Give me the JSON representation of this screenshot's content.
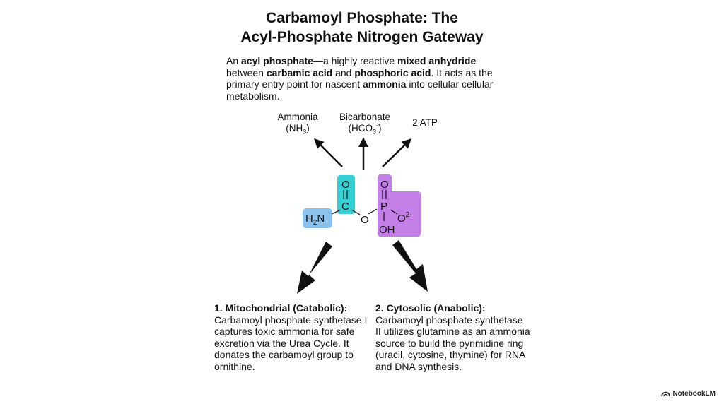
{
  "title": {
    "line1": "Carbamoyl Phosphate: The",
    "line2": "Acyl-Phosphate Nitrogen Gateway"
  },
  "intro": {
    "t1": "An ",
    "b1": "acyl phosphate",
    "t2": "—a highly reactive ",
    "b2": "mixed anhydride",
    "t3": " between ",
    "b3": "carbamic acid",
    "t4": " and ",
    "b4": "phosphoric acid",
    "t5": ". It acts as the primary entry point for nascent ",
    "b5": "ammonia",
    "t6": " into cellular cellular metabolism."
  },
  "inputs": {
    "ammonia_name": "Ammonia",
    "ammonia_formula_open": "(NH",
    "ammonia_formula_sub": "3",
    "ammonia_formula_close": ")",
    "bicarb_name": "Bicarbonate",
    "bicarb_formula_open": "(HCO",
    "bicarb_formula_sub": "3",
    "bicarb_formula_sup": "-",
    "bicarb_formula_close": ")",
    "atp": "2 ATP"
  },
  "molecule": {
    "amine_h": "H",
    "amine_sub": "2",
    "amine_n": "N",
    "carbonyl_o": "O",
    "carbon": "C",
    "bridge_o": "O",
    "phosphoryl_o": "O",
    "phosphorus": "P",
    "oxide_o": "O",
    "oxide_charge": "2-",
    "hydroxyl": "OH",
    "colors": {
      "amine": "#8cc2ec",
      "carbamoyl": "#33d1d3",
      "phosphate": "#c37ee8"
    }
  },
  "pathways": [
    {
      "heading": "1. Mitochondrial (Catabolic):",
      "body": "Carbamoyl phosphate synthetase I captures toxic ammonia for safe excretion via the Urea Cycle. It donates the carbamoyl group to ornithine."
    },
    {
      "heading": "2. Cytosolic (Anabolic):",
      "body": "Carbamoyl phosphate synthetase II utilizes glutamine as an ammonia source to build the pyrimidine ring (uracil, cytosine, thymine) for RNA and DNA synthesis."
    }
  ],
  "brand": {
    "icon": "notebooklm-logo-icon",
    "name": "NotebookLM"
  }
}
